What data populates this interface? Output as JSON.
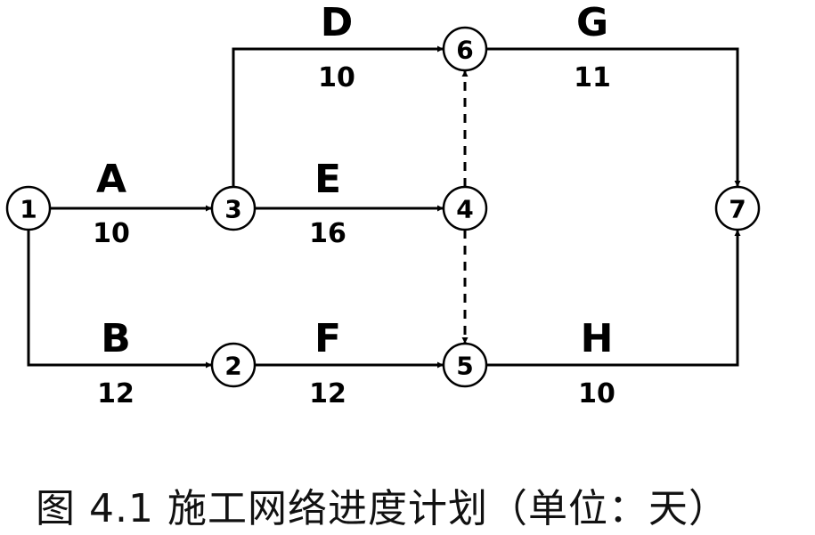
{
  "caption": "图 4.1  施工网络进度计划（单位：天）",
  "nodes": [
    {
      "id": "1",
      "label": "1"
    },
    {
      "id": "2",
      "label": "2"
    },
    {
      "id": "3",
      "label": "3"
    },
    {
      "id": "4",
      "label": "4"
    },
    {
      "id": "5",
      "label": "5"
    },
    {
      "id": "6",
      "label": "6"
    },
    {
      "id": "7",
      "label": "7"
    }
  ],
  "activities": [
    {
      "name": "A",
      "duration": "10",
      "from": "1",
      "to": "3"
    },
    {
      "name": "B",
      "duration": "12",
      "from": "1",
      "to": "2"
    },
    {
      "name": "D",
      "duration": "10",
      "from": "3",
      "to": "6"
    },
    {
      "name": "E",
      "duration": "16",
      "from": "3",
      "to": "4"
    },
    {
      "name": "F",
      "duration": "12",
      "from": "2",
      "to": "5"
    },
    {
      "name": "G",
      "duration": "11",
      "from": "6",
      "to": "7"
    },
    {
      "name": "H",
      "duration": "10",
      "from": "5",
      "to": "7"
    }
  ],
  "dummy_activities": [
    {
      "from": "4",
      "to": "6"
    },
    {
      "from": "4",
      "to": "5"
    }
  ]
}
